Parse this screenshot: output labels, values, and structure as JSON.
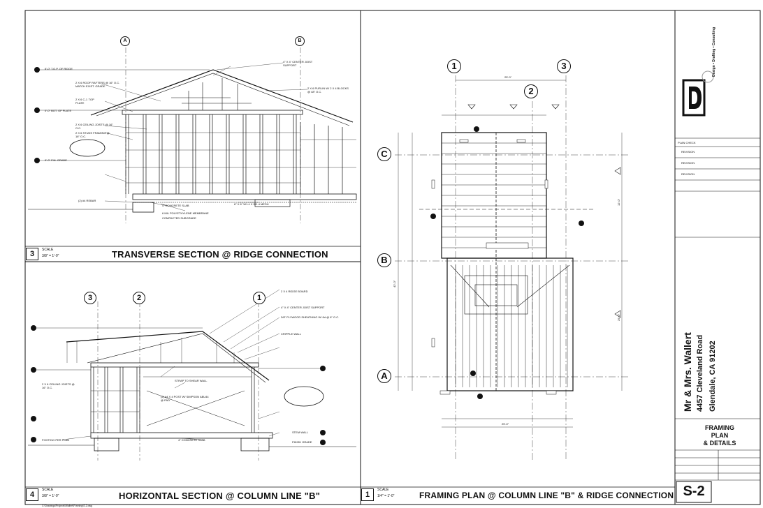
{
  "sheet": {
    "sheet_number": "S-2",
    "sheet_title_lines": [
      "FRAMING",
      "PLAN",
      "& DETAILS"
    ],
    "client_lines": [
      "Mr & Mrs. Wallert",
      "4457 Cleveland Road",
      "Glendale, CA 91202"
    ],
    "company_tagline": "Design • Drafting • Consulting",
    "revisions": [
      "PLAN CHECK",
      "REVISION",
      "REVISION",
      "REVISION"
    ],
    "footer_path": "C:\\Drawings\\Projects\\Wallert\\Framing\\S-2.dwg"
  },
  "details": [
    {
      "number": "3",
      "scale_label": "SCALE",
      "scale_value": "3/8\" = 1'-0\"",
      "title": "TRANSVERSE SECTION @ RIDGE CONNECTION"
    },
    {
      "number": "4",
      "scale_label": "SCALE",
      "scale_value": "3/8\" = 1'-0\"",
      "title": "HORIZONTAL SECTION @ COLUMN LINE \"B\""
    },
    {
      "number": "1",
      "scale_label": "SCALE",
      "scale_value": "1/4\" = 1'-0\"",
      "title": "FRAMING PLAN @ COLUMN LINE \"B\" & RIDGE CONNECTION"
    }
  ],
  "grid_lines": {
    "section3": [
      "A",
      "B"
    ],
    "section4": [
      "3",
      "2",
      "1"
    ],
    "plan_top": [
      "1",
      "3",
      "2"
    ],
    "plan_side": [
      "C",
      "B",
      "A"
    ]
  },
  "plan_dims": {
    "top_overall": "25'-0\"",
    "bottom_overall": "25'-0\"",
    "left": "42'-0\"",
    "right_upper": "12'-0\"",
    "right_lower": "29'-0\""
  },
  "notes_section3": [
    "6'-0\" T.O.P. OF RIDGE",
    "2 X 6 ROOF RAFTERS @ 16\" O.C. MATCH EXIST. GRADE",
    "2 X 6 C.J. TOP PLATE",
    "0'-0\" BOT. OF PLATE",
    "2 X 6 CEILING JOISTS @ 16\" O.C.",
    "2 X 6 STUDS FRAMING @ 16\" O.C.",
    "0'-0\" FIN. GRADE",
    "(2) #4 REBAR",
    "4\" X 4\" CENTER JOIST SUPPORT",
    "2 X 6 PURLIN W/ 2 X 4 BLOCKS @ 48\" O.C.",
    "4\" CONCRETE SLAB",
    "6 MIL POLYETHYLENE MEMBRANE",
    "COMPACTED SUBGRADE",
    "6\" X 6\" W1.4 X W1.4 MESH"
  ],
  "notes_section4": [
    "4\" X 4\" CENTER JOIST SUPPORT",
    "3/8\" PLYWOOD SHEATHING W/ 8d @ 6\" O.C.",
    "2 X 4 RIDGE BOARD",
    "CRIPPLE WALL",
    "2 X 6 CEILING JOISTS @ 16\" O.C.",
    "STRAP TO SHEAR WALL",
    "(2) #4 X 4 POST W/ SIMPSON ABU44 @ PAD",
    "STEM WALL",
    "FINISH GRADE",
    "4\" CONCRETE SLAB",
    "FOOTING PER PLAN"
  ]
}
